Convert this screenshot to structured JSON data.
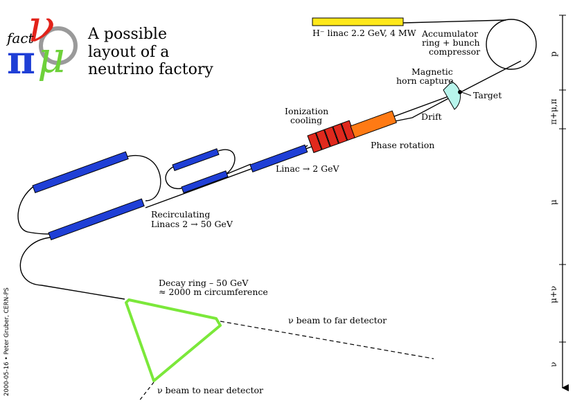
{
  "logo": {
    "fact": "fact",
    "nu": "ν",
    "pi": "π",
    "mu": "μ",
    "colors": {
      "nu": "#e2231a",
      "pi": "#1f3fd6",
      "mu": "#6ed13a",
      "fact": "#000000",
      "ring": "#9a9a9a"
    }
  },
  "title": {
    "line1": "A possible",
    "line2": "layout of a",
    "line3": "neutrino factory"
  },
  "labels": {
    "linac_hminus": "H⁻ linac 2.2 GeV, 4 MW",
    "accumulator_1": "Accumulator",
    "accumulator_2": "ring + bunch",
    "accumulator_3": "compressor",
    "magnetic_1": "Magnetic",
    "magnetic_2": "horn capture",
    "target": "Target",
    "drift": "Drift",
    "ionization_1": "Ionization",
    "ionization_2": "cooling",
    "phase_rotation": "Phase rotation",
    "linac_2gev": "Linac → 2 GeV",
    "recirc_1": "Recirculating",
    "recirc_2": "Linacs 2 → 50 GeV",
    "decay_1": "Decay ring – 50 GeV",
    "decay_2": "≈ 2000 m circumference",
    "far_beam": "ν beam to far detector",
    "near_beam": "ν beam to near detector",
    "credit": "2000-05-16 • Peter Gruber, CERN-PS"
  },
  "axis": {
    "stages": [
      "p",
      "π+μ,π",
      "μ",
      "μ+ν",
      "ν"
    ]
  },
  "colors": {
    "linac": "#1f3fd6",
    "hminus_linac": "#ffe81a",
    "cooling": "#e0291d",
    "phase_rotation": "#ff7a14",
    "horn": "#b8f5ec",
    "decay_ring": "#7be83a"
  }
}
